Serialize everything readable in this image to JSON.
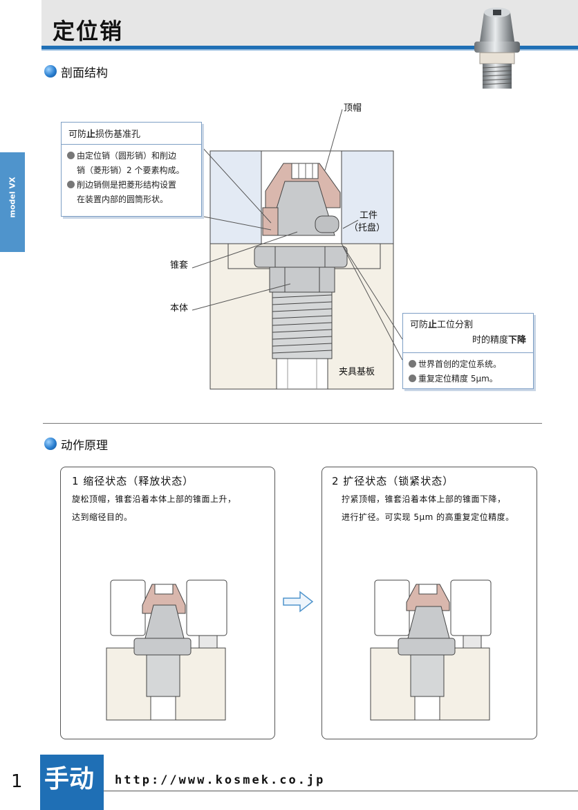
{
  "header": {
    "title": "定位销"
  },
  "side_tab": {
    "label": "model VX"
  },
  "section1": {
    "heading": "剖面结构",
    "callout_left": {
      "title_a": "可防",
      "title_bold": "止",
      "title_b": "损伤基准孔",
      "bullets": [
        "由定位销（圆形销）和削边",
        "销（菱形销）2 个要素构成。",
        "削边销侧是把菱形结构设置",
        "在装置内部的圆筒形状。"
      ]
    },
    "callout_right": {
      "title_a": "可防",
      "title_bold": "止",
      "title_b": "工位分割",
      "title_line2_a": "时的精度",
      "title_line2_bold": "下降",
      "bullets": [
        "世界首创的定位系统。",
        "重复定位精度 5μm。"
      ]
    },
    "labels": {
      "cap": "顶帽",
      "work_line1": "工件",
      "work_line2": "（托盘）",
      "cone_sleeve": "锥套",
      "body": "本体",
      "fixture_plate": "夹具基板"
    }
  },
  "section2": {
    "heading": "动作原理",
    "panel1": {
      "title": "1  缩径状态（释放状态）",
      "text_line1": "旋松顶帽，锥套沿着本体上部的锥面上升，",
      "text_line2": "达到缩径目的。"
    },
    "panel2": {
      "title": "2  扩径状态（锁紧状态）",
      "text_line1": "拧紧顶帽，锥套沿着本体上部的锥面下降，",
      "text_line2": "进行扩径。可实现 5μm 的高重复定位精度。"
    }
  },
  "footer": {
    "label": "手动",
    "url": "http://www.kosmek.co.jp",
    "page_number": "1"
  },
  "colors": {
    "accent_blue": "#1f6fb5",
    "side_tab_blue": "#4f94cc",
    "sleeve_pink": "#d9b7ad",
    "metal_gray": "#c8cacc",
    "plate_beige": "#f4f0e6",
    "work_blue": "#e3eaf4"
  }
}
